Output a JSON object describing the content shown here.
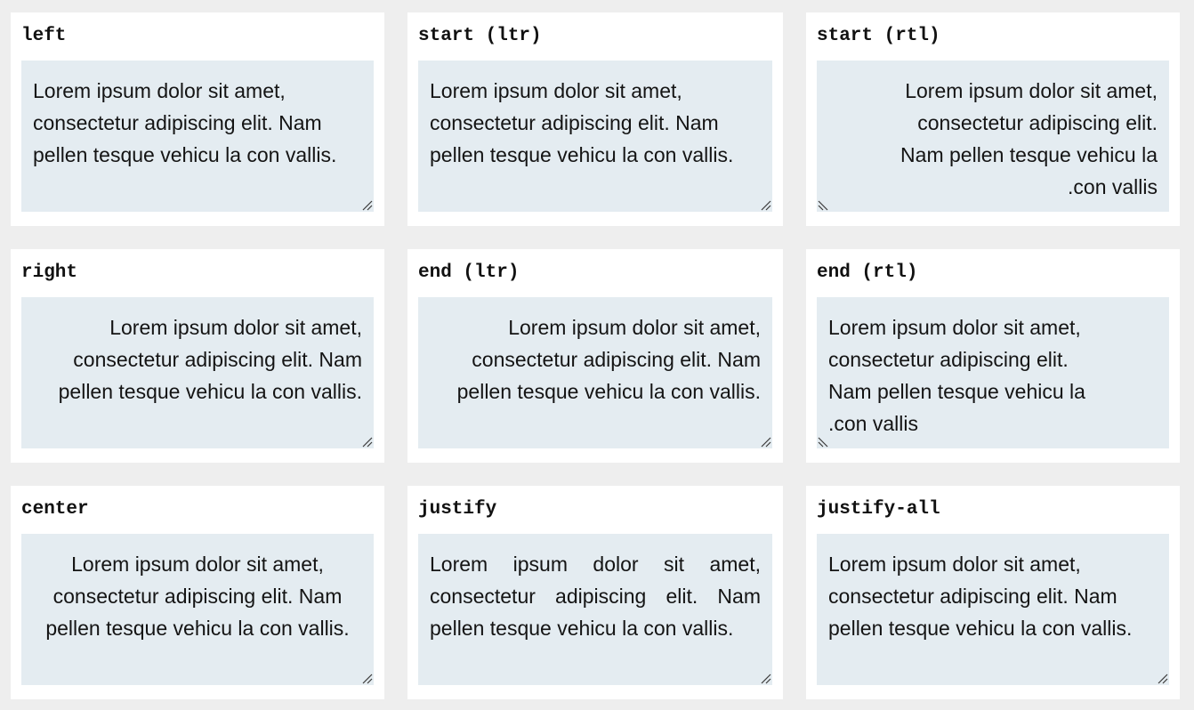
{
  "cards": [
    {
      "label": "left",
      "text": "Lorem ipsum dolor sit amet, consectetur adipiscing elit. Nam pellen tesque vehicu la con vallis."
    },
    {
      "label": "start (ltr)",
      "text": "Lorem ipsum dolor sit amet, consectetur adipiscing elit. Nam pellen tesque vehicu la con vallis."
    },
    {
      "label": "start (rtl)",
      "lines": [
        "Lorem ipsum dolor sit amet,",
        "consectetur adipiscing elit.",
        "Nam pellen tesque vehicu la",
        ".con vallis"
      ]
    },
    {
      "label": "right",
      "text": "Lorem ipsum dolor sit amet, consectetur adipiscing elit. Nam pellen tesque vehicu la con vallis."
    },
    {
      "label": "end (ltr)",
      "text": "Lorem ipsum dolor sit amet, consectetur adipiscing elit. Nam pellen tesque vehicu la con vallis."
    },
    {
      "label": "end (rtl)",
      "lines": [
        "Lorem ipsum dolor sit amet,",
        "consectetur adipiscing elit.",
        "Nam pellen tesque vehicu la",
        ".con vallis"
      ]
    },
    {
      "label": "center",
      "text": "Lorem ipsum dolor sit amet, consectetur adipiscing elit. Nam pellen tesque vehicu la con vallis."
    },
    {
      "label": "justify",
      "text": "Lorem ipsum dolor sit amet, consectetur adipiscing elit. Nam pellen tesque vehicu la con vallis."
    },
    {
      "label": "justify-all",
      "text": "Lorem ipsum dolor sit amet, consectetur adipiscing elit. Nam pellen tesque vehicu la con vallis."
    }
  ],
  "icons": {
    "resize_grip": "resize-grip-icon"
  },
  "colors": {
    "page_background": "#eeeeee",
    "card_background": "#ffffff",
    "textbox_background": "#e4ecf1",
    "text": "#141414"
  }
}
